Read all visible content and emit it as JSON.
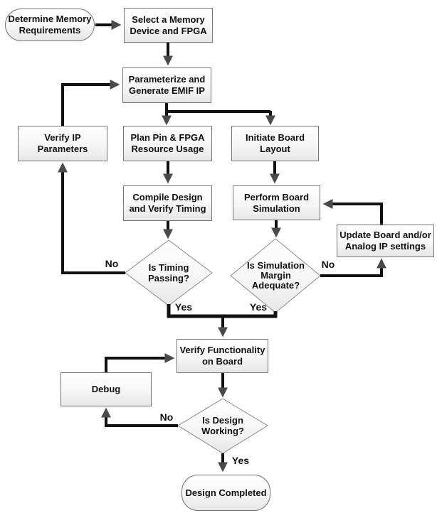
{
  "nodes": {
    "determine_memory": {
      "label": "Determine Memory\nRequirements"
    },
    "select_device": {
      "label": "Select a Memory\nDevice and FPGA"
    },
    "parameterize": {
      "label": "Parameterize and\nGenerate EMIF IP"
    },
    "verify_ip": {
      "label": "Verify IP\nParameters"
    },
    "plan_pin": {
      "label": "Plan Pin & FPGA\nResource Usage"
    },
    "initiate_board": {
      "label": "Initiate Board\nLayout"
    },
    "compile_design": {
      "label": "Compile Design\nand Verify Timing"
    },
    "perform_simulation": {
      "label": "Perform Board\nSimulation"
    },
    "update_board": {
      "label": "Update Board and/or\nAnalog IP settings"
    },
    "is_timing_passing": {
      "label": "Is Timing\nPassing?"
    },
    "is_simulation_margin": {
      "label": "Is Simulation\nMargin\nAdequate?"
    },
    "verify_functionality": {
      "label": "Verify Functionality\non Board"
    },
    "debug": {
      "label": "Debug"
    },
    "is_design_working": {
      "label": "Is Design\nWorking?"
    },
    "design_completed": {
      "label": "Design Completed"
    }
  },
  "edge_labels": {
    "timing_no": "No",
    "timing_yes": "Yes",
    "simulation_yes": "Yes",
    "simulation_no": "No",
    "design_no": "No",
    "design_yes": "Yes"
  },
  "colors": {
    "line": "#111111",
    "arrowhead": "#4a4a4a",
    "node_border": "#767676",
    "node_fill_top": "#ffffff",
    "node_fill_bottom": "#e7e7e7",
    "text": "#111111"
  }
}
